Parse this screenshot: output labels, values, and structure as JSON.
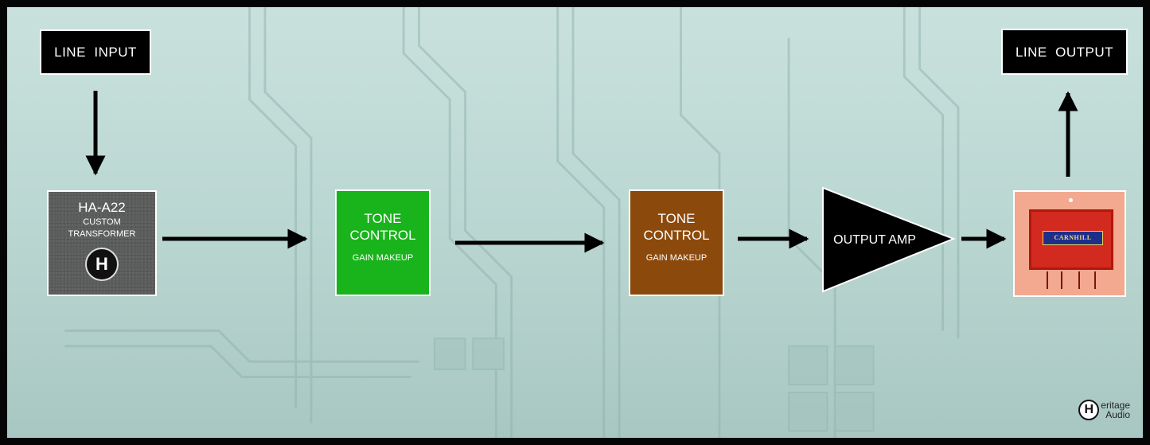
{
  "diagram": {
    "line_input": "LINE  INPUT",
    "line_output": "LINE  OUTPUT",
    "transformer": {
      "title": "HA-A22",
      "line1": "CUSTOM",
      "line2": "TRANSFORMER",
      "logo_letter": "H"
    },
    "tone_control_1": {
      "line1": "TONE",
      "line2": "CONTROL",
      "sub": "GAIN MAKEUP",
      "color": "#19b31c"
    },
    "tone_control_2": {
      "line1": "TONE",
      "line2": "CONTROL",
      "sub": "GAIN MAKEUP",
      "color": "#8b4a0c"
    },
    "output_amp": "OUTPUT AMP",
    "output_transformer": {
      "plate": "CARNHILL"
    },
    "logo": {
      "letter": "H",
      "line1": "eritage",
      "line2": "Audio"
    }
  }
}
